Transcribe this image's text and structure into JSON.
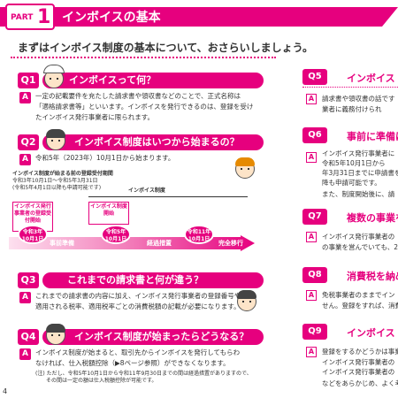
{
  "header": {
    "part_label": "PART",
    "part_number": "1",
    "title": "インボイスの基本"
  },
  "intro": "まずはインボイス制度の基本について、おさらいしましょう。",
  "left_qa": [
    {
      "q": "Q1",
      "question": "インボイスって何？",
      "a": "A",
      "answer_lines": [
        "一定の記載要件を充たした請求書や領収書などのことで、正式名称は",
        "「適格請求書等」といいます。インボイスを発行できるのは、登録を受け",
        "たインボイス発行事業者に限られます。"
      ]
    },
    {
      "q": "Q2",
      "question": "インボイス制度はいつから始まるの？",
      "a": "A",
      "answer_lines": [
        "令和5年（2023年）10月1日から始まります。"
      ]
    },
    {
      "q": "Q3",
      "question": "これまでの請求書と何が違う？",
      "a": "A",
      "answer_lines": [
        "これまでの請求書の内容に加え、インボイス発行事業者の登録番号や",
        "適用される税率、適用税率ごとの消費税額の記載が必要になります。"
      ]
    },
    {
      "q": "Q4",
      "question": "インボイス制度が始まったらどうなる？",
      "a": "A",
      "answer_lines": [
        "インボイス制度が始まると、取引先からインボイスを発行してもらわ",
        "なければ、仕入税額控除（▶8ページ参照）ができなくなります。"
      ],
      "note_lines": [
        "(注) ただし、令和5年10月1日から令和11年9月30日までの間は経過措置がありますので、",
        "　　その間は一定の額は仕入税額控除が可能です。"
      ]
    }
  ],
  "timeline": {
    "heading": "インボイス制度が始まる前の登録受付期間",
    "period_line1": "令和3年10月1日～令和5年3月31日",
    "period_line2": "(令和5年4月1日以降も申請可能です)",
    "system_label": "インボイス制度",
    "callout_register": "インボイス発行事業者の登録受付開始",
    "callout_start": "インボイス制度開始",
    "dates": [
      "令和3年10月1日",
      "令和5年10月1日",
      "令和11年10月1日"
    ],
    "stages": [
      "事前準備",
      "経過措置",
      "完全移行"
    ]
  },
  "right_qa": [
    {
      "q": "Q5",
      "title": "インボイス",
      "lines": [
        "請求書や領収書の話です",
        "業者に義務付けられ"
      ]
    },
    {
      "q": "Q6",
      "title": "事前に準備は",
      "lines": [
        "インボイス発行事業者に",
        "令和5年10月1日から",
        "年3月31日までに申請書を",
        "降も申請可能です。",
        "また、制度開始後に、請"
      ]
    },
    {
      "q": "Q7",
      "title": "複数の事業を",
      "lines": [
        "インボイス発行事業者の",
        "の事業を営んでいても、2店"
      ]
    },
    {
      "q": "Q8",
      "title": "消費税を納め",
      "lines": [
        "免税事業者のままでイン",
        "せん。登録をすれば、消費"
      ]
    },
    {
      "q": "Q9",
      "title": "インボイス",
      "lines": [
        "登録をするかどうかは事業",
        "インボイス発行事業者の",
        "インボイス発行事業者の",
        "などをあらかじめ、よく考え"
      ]
    }
  ],
  "page_number": "4"
}
